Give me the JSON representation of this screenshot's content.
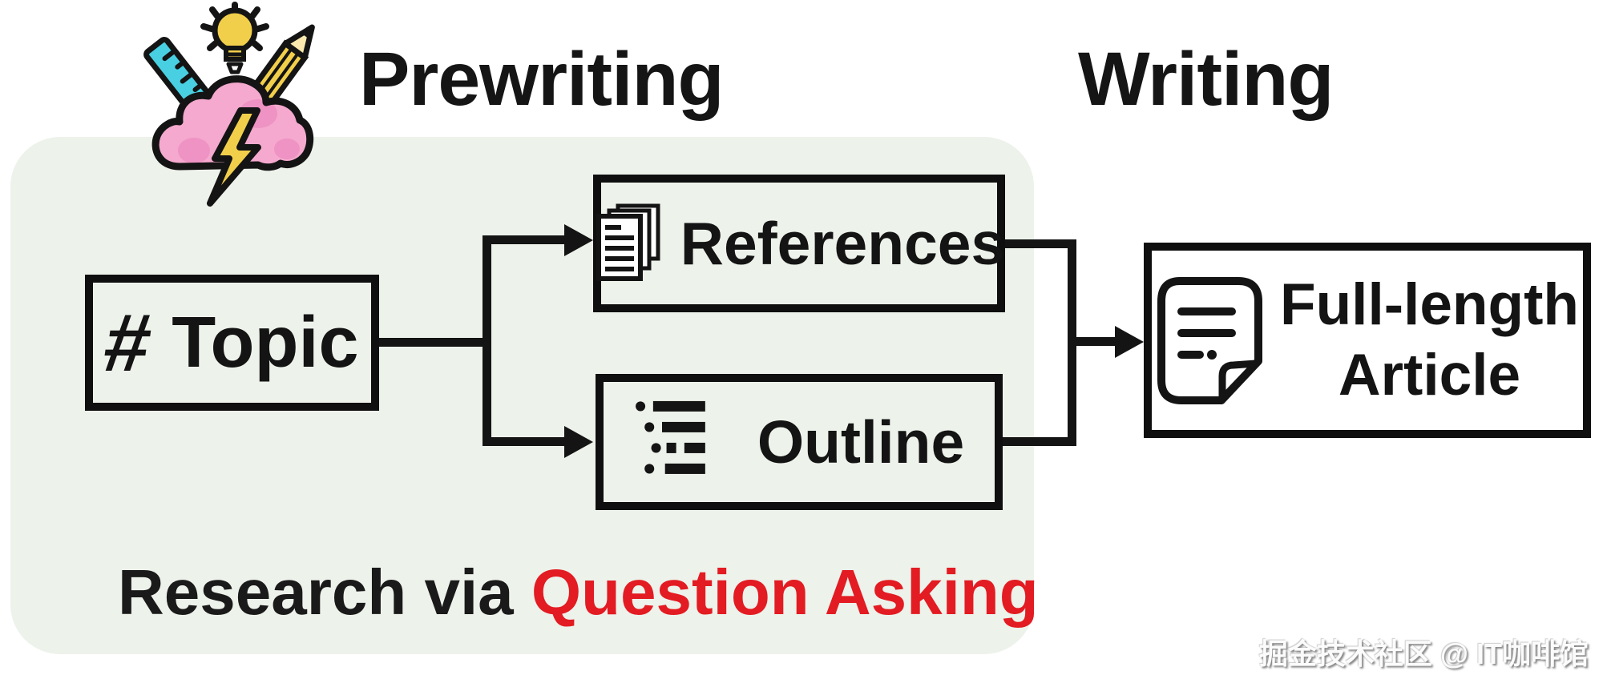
{
  "headers": {
    "prewriting_label": "Prewriting",
    "writing_label": "Writing"
  },
  "nodes": {
    "topic": {
      "hash": "#",
      "label": "Topic"
    },
    "references": {
      "label": "References"
    },
    "outline": {
      "label": "Outline"
    },
    "article": {
      "label_line1": "Full-length",
      "label_line2": "Article"
    }
  },
  "caption": {
    "black_part": "Research via ",
    "red_part": "Question Asking"
  },
  "watermark": "掘金技术社区 @ IT咖啡馆",
  "colors": {
    "panel_green": "#edf2eb",
    "line_black": "#141414",
    "accent_red": "#e31b22",
    "cloud_pink": "#f5a9ce",
    "cloud_pink_shade": "#ee93c3",
    "icon_yellow": "#f2cf4b",
    "ruler_cyan": "#49cfe2",
    "pencil_tip_cream": "#fbe9b0"
  },
  "icons": {
    "prewriting": "brainstorm-cloud-icon",
    "topic": "hash-symbol",
    "references": "stacked-documents-icon",
    "outline": "bulleted-list-icon",
    "article": "document-page-icon"
  }
}
